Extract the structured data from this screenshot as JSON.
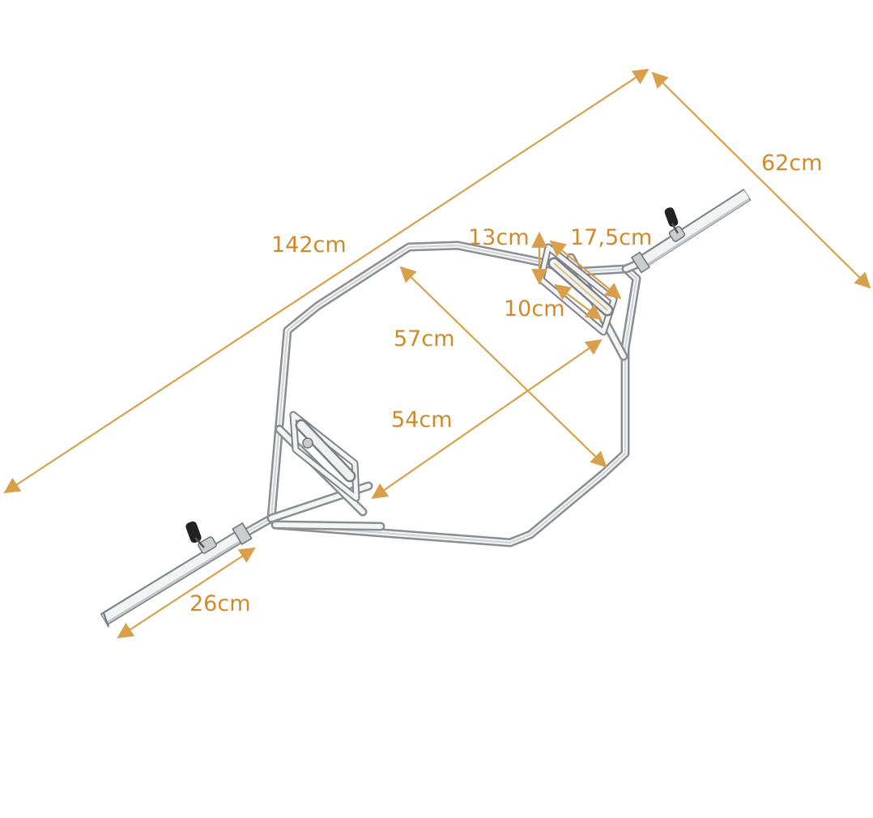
{
  "dimensions": {
    "overall_length": "142cm",
    "overall_width": "62cm",
    "handle_height": "13cm",
    "handle_length": "17,5cm",
    "handle_width": "10cm",
    "inner_depth": "57cm",
    "inner_width": "54cm",
    "sleeve_length": "26cm"
  },
  "colors": {
    "dimension": "#d9a04c",
    "label": "#d08a2a",
    "steel": "#8a8d92",
    "background": "#ffffff"
  },
  "icons": {
    "left_clip": "spring-clip-icon",
    "right_clip": "spring-clip-icon"
  }
}
